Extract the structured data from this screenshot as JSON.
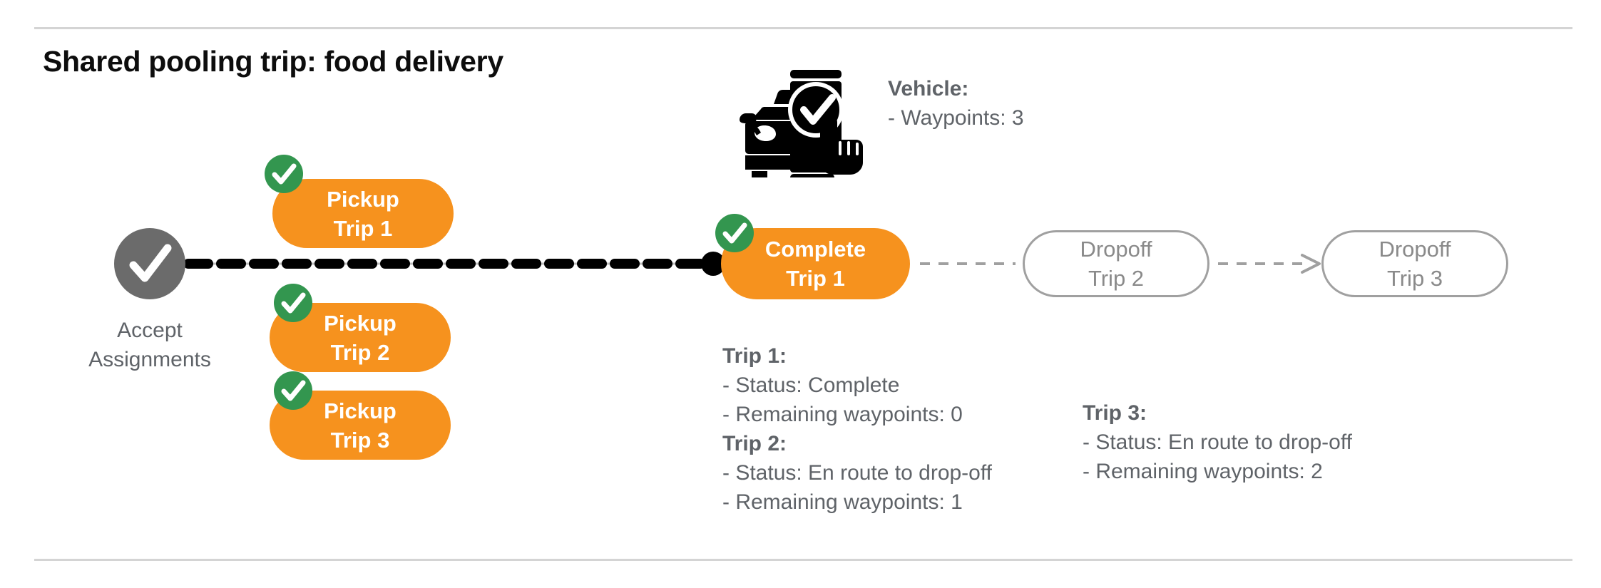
{
  "page": {
    "title": "Shared pooling trip: food delivery",
    "accent_orange": "#f6921e",
    "accent_green": "#33964f",
    "node_gray": "#6b6b6b",
    "text_gray": "#5f6368",
    "rule_gray": "#d4d4d4"
  },
  "start_node": {
    "icon": "check-circle-icon",
    "label_line1": "Accept",
    "label_line2": "Assignments"
  },
  "vehicle": {
    "icon": "car-phone-check-icon",
    "heading": "Vehicle",
    "heading_suffix": ":",
    "detail": "- Waypoints: 3"
  },
  "nodes": {
    "pickup1": {
      "line1": "Pickup",
      "line2": "Trip 1",
      "state": "done",
      "badge": "check-badge-icon"
    },
    "pickup2": {
      "line1": "Pickup",
      "line2": "Trip 2",
      "state": "done",
      "badge": "check-badge-icon"
    },
    "pickup3": {
      "line1": "Pickup",
      "line2": "Trip 3",
      "state": "done",
      "badge": "check-badge-icon"
    },
    "complete1": {
      "line1": "Complete",
      "line2": "Trip 1",
      "state": "done",
      "badge": "check-badge-icon"
    },
    "dropoff2": {
      "line1": "Dropoff",
      "line2": "Trip 2",
      "state": "pending"
    },
    "dropoff3": {
      "line1": "Dropoff",
      "line2": "Trip 3",
      "state": "pending"
    }
  },
  "trip_details": {
    "trip1": {
      "heading": "Trip 1",
      "heading_suffix": ":",
      "status": "- Status:  Complete",
      "waypoints": "- Remaining waypoints: 0"
    },
    "trip2": {
      "heading": "Trip 2",
      "heading_suffix": ":",
      "status": "- Status:  En route to drop-off",
      "waypoints": "- Remaining waypoints: 1"
    },
    "trip3": {
      "heading": "Trip 3",
      "heading_suffix": ":",
      "status": "- Status:  En route to drop-off",
      "waypoints": "- Remaining waypoints: 2"
    }
  }
}
